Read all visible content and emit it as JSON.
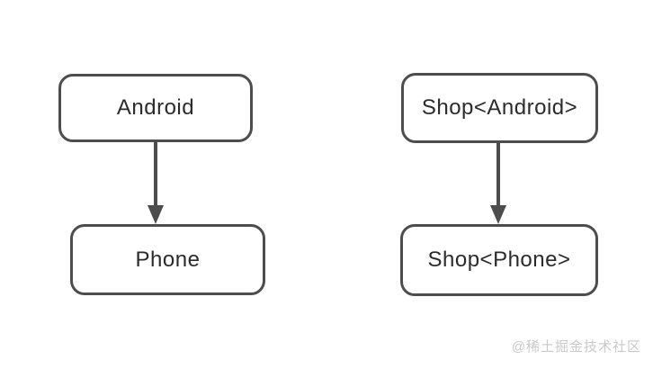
{
  "diagram": {
    "nodes": [
      {
        "id": "android",
        "label": "Android"
      },
      {
        "id": "phone",
        "label": "Phone"
      },
      {
        "id": "shop-android",
        "label": "Shop<Android>"
      },
      {
        "id": "shop-phone",
        "label": "Shop<Phone>"
      }
    ],
    "edges": [
      {
        "from": "android",
        "to": "phone",
        "direction": "down"
      },
      {
        "from": "shop-android",
        "to": "shop-phone",
        "direction": "down"
      }
    ],
    "colors": {
      "background": "#ffffff",
      "node_border": "#4d4d4d",
      "node_fill": "#ffffff",
      "node_text": "#2b2b2b",
      "arrow": "#4d4d4d",
      "watermark_text": "#c9c9c9"
    }
  },
  "watermark": {
    "text": "@稀土掘金技术社区"
  }
}
